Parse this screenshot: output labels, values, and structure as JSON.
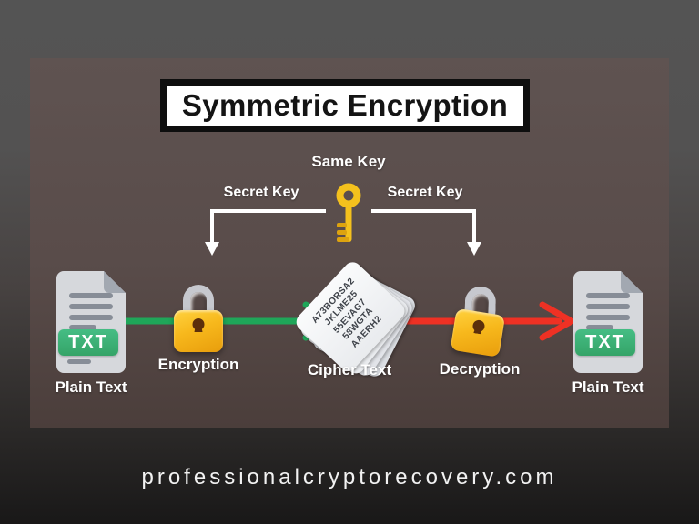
{
  "title": {
    "text": "Symmetric Encryption"
  },
  "key_section": {
    "same_key_label": "Same Key",
    "secret_key_left_label": "Secret Key",
    "secret_key_right_label": "Secret Key",
    "key_icon": "golden-key-icon"
  },
  "flow": {
    "plain_text_left": {
      "icon": "txt-file-icon",
      "badge": "TXT",
      "label": "Plain Text"
    },
    "encryption": {
      "icon": "padlock-icon",
      "label": "Encryption"
    },
    "cipher_text": {
      "icon": "paper-stack-icon",
      "label": "Cipher Text",
      "lines": [
        "A73BORSA2",
        "JKLME25",
        "55EVAG7",
        "58WGTA",
        "AAERH2"
      ]
    },
    "decryption": {
      "icon": "padlock-icon",
      "label": "Decryption"
    },
    "plain_text_right": {
      "icon": "txt-file-icon",
      "badge": "TXT",
      "label": "Plain Text"
    }
  },
  "footer": {
    "website": "professionalcryptorecovery.com"
  },
  "colors": {
    "encrypt_arrow": "#1fa659",
    "decrypt_arrow": "#ee3124",
    "connector_white": "#ffffff",
    "lock_body_yellow": "#f7b81c",
    "key_gold": "#f4c11d",
    "key_gold_dark": "#dda30f",
    "txt_badge_green": "#3ab077",
    "doc_gray": "#d6d8dc",
    "doc_fold_gray": "#a2a8b1",
    "doc_line_gray": "#878d97",
    "panel_bg": "#594c4a",
    "outer_bg_top": "#545454",
    "outer_bg_bottom": "#191818"
  }
}
